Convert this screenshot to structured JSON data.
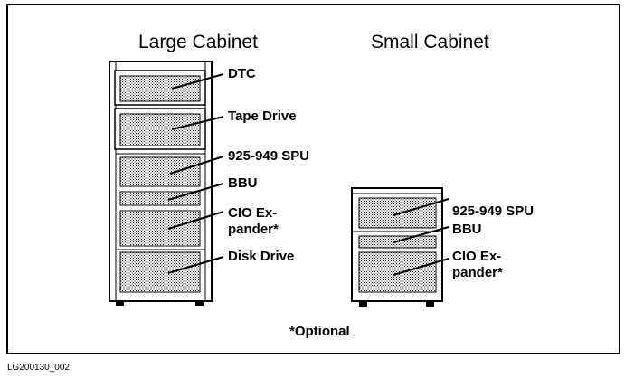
{
  "large_cabinet": {
    "title": "Large Cabinet",
    "components": {
      "dtc": "DTC",
      "tape_drive": "Tape Drive",
      "spu": "925-949 SPU",
      "bbu": "BBU",
      "cio_line1": "CIO Ex-",
      "cio_line2": "pander*",
      "disk_drive": "Disk Drive"
    }
  },
  "small_cabinet": {
    "title": "Small Cabinet",
    "components": {
      "spu": "925-949 SPU",
      "bbu": "BBU",
      "cio_line1": "CIO Ex-",
      "cio_line2": "pander*"
    }
  },
  "footnote": "*Optional",
  "figure_code": "LG200130_002"
}
